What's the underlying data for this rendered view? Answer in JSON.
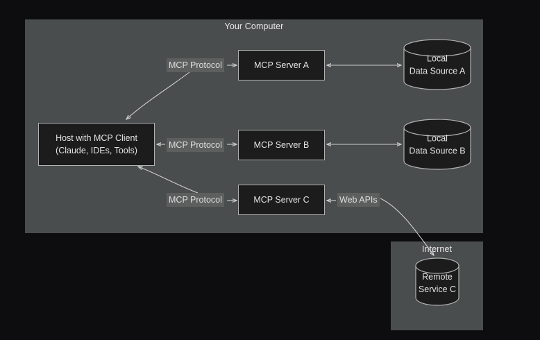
{
  "groups": {
    "computer": {
      "title": "Your Computer"
    },
    "internet": {
      "title": "Internet"
    }
  },
  "nodes": {
    "host": {
      "line1": "Host with MCP Client",
      "line2": "(Claude, IDEs, Tools)"
    },
    "server_a": {
      "label": "MCP Server A"
    },
    "server_b": {
      "label": "MCP Server B"
    },
    "server_c": {
      "label": "MCP Server C"
    },
    "data_source_a": {
      "line1": "Local",
      "line2": "Data Source A"
    },
    "data_source_b": {
      "line1": "Local",
      "line2": "Data Source B"
    },
    "remote_service_c": {
      "line1": "Remote",
      "line2": "Service C"
    }
  },
  "edges": {
    "protocol_a": {
      "label": "MCP Protocol"
    },
    "protocol_b": {
      "label": "MCP Protocol"
    },
    "protocol_c": {
      "label": "MCP Protocol"
    },
    "web_apis": {
      "label": "Web APIs"
    }
  },
  "colors": {
    "canvas": "#0d0d0f",
    "group_fill": "#4a4d4d",
    "node_fill": "#1c1c1c",
    "node_stroke": "#b2b2b2",
    "text": "#e3e3e3",
    "label_fill": "#5d5f5f",
    "wire": "#cfcfcf"
  }
}
